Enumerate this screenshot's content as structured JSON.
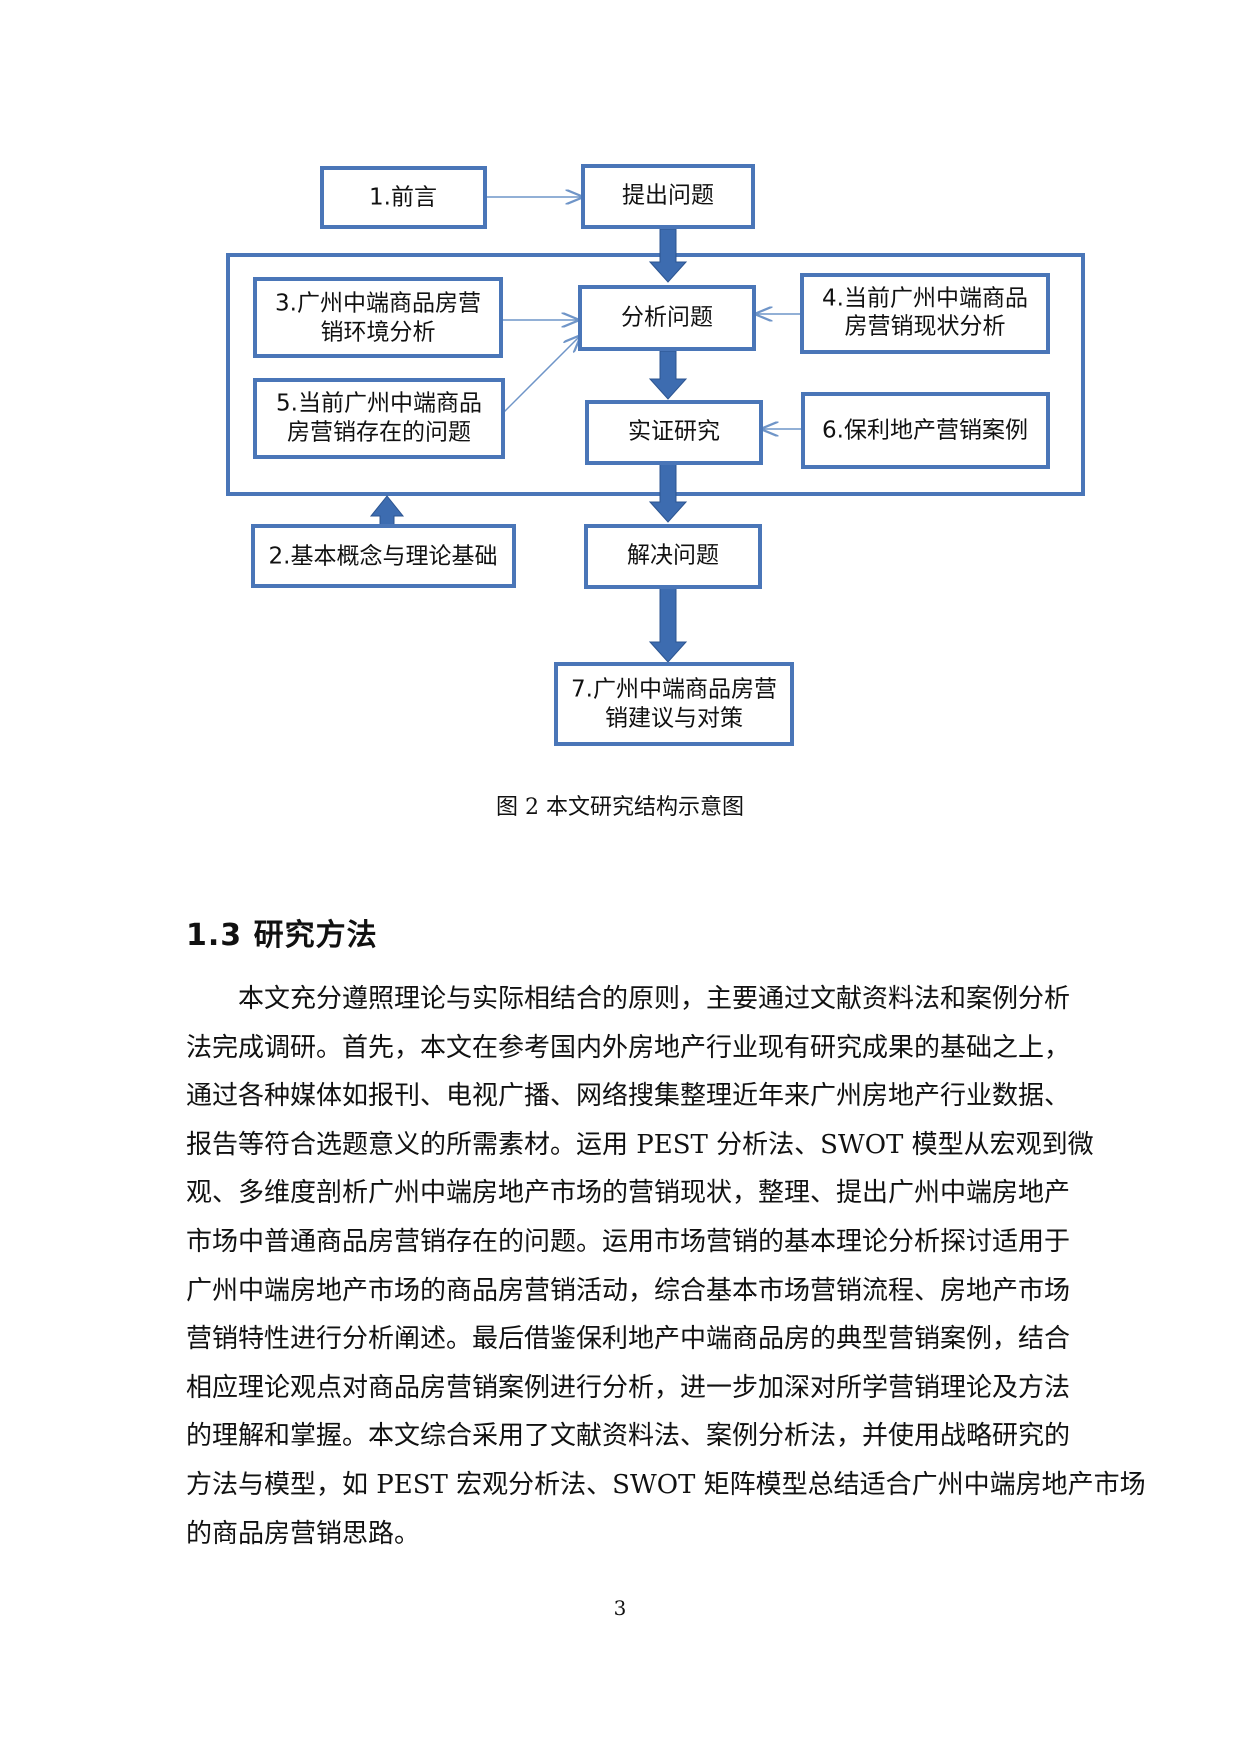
{
  "diagram": {
    "nodes": {
      "n_intro": "1.前言",
      "n_raise": "提出问题",
      "n_env": [
        "3.广州中端商品房营",
        "销环境分析"
      ],
      "n_analyze": "分析问题",
      "n_status": [
        "4.当前广州中端商品",
        "房营销现状分析"
      ],
      "n_issue": [
        "5.当前广州中端商品",
        "房营销存在的问题"
      ],
      "n_empirical": "实证研究",
      "n_case": "6.保利地产营销案例",
      "n_theory": "2.基本概念与理论基础",
      "n_solve": "解决问题",
      "n_suggest": [
        "7.广州中端商品房营",
        "销建议与对策"
      ]
    }
  },
  "caption": "图 2  本文研究结构示意图",
  "section": {
    "heading": "1.3  研究方法"
  },
  "paragraph_lines": [
    "　　本文充分遵照理论与实际相结合的原则，主要通过文献资料法和案例分析",
    "法完成调研。首先，本文在参考国内外房地产行业现有研究成果的基础之上，",
    "通过各种媒体如报刊、电视广播、网络搜集整理近年来广州房地产行业数据、",
    "报告等符合选题意义的所需素材。运用 PEST 分析法、SWOT 模型从宏观到微",
    "观、多维度剖析广州中端房地产市场的营销现状，整理、提出广州中端房地产",
    "市场中普通商品房营销存在的问题。运用市场营销的基本理论分析探讨适用于",
    "广州中端房地产市场的商品房营销活动，综合基本市场营销流程、房地产市场",
    "营销特性进行分析阐述。最后借鉴保利地产中端商品房的典型营销案例，结合",
    "相应理论观点对商品房营销案例进行分析，进一步加深对所学营销理论及方法",
    "的理解和掌握。本文综合采用了文献资料法、案例分析法，并使用战略研究的",
    "方法与模型，如 PEST 宏观分析法、SWOT 矩阵模型总结适合广州中端房地产市场",
    "的商品房营销思路。"
  ],
  "page_number": "3",
  "colors": {
    "box_border": "#4a76b8",
    "arrow_fill": "#3d6cb0",
    "thin_arrow": "#6f95c8"
  }
}
